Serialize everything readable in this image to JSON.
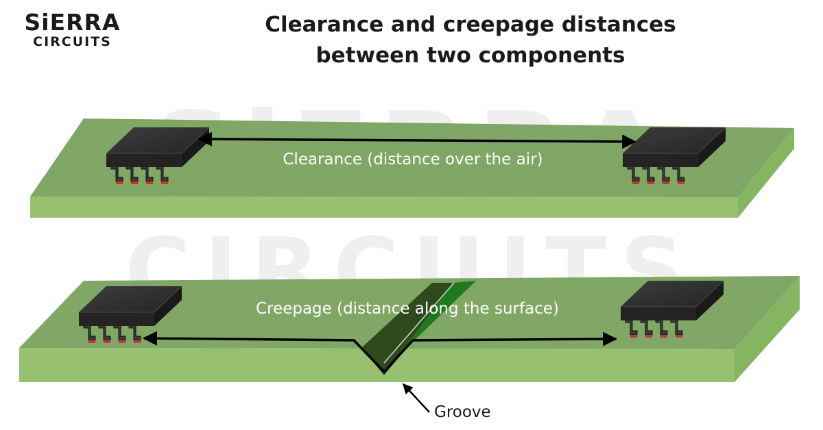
{
  "logo": {
    "brand": "SiERRA",
    "sub": "CIRCUITS"
  },
  "title": {
    "line1": "Clearance and creepage distances",
    "line2": "between two components"
  },
  "watermark": {
    "line1": "SiERRA",
    "line2": "CIRCUITS"
  },
  "labels": {
    "clearance": "Clearance (distance over the air)",
    "creepage": "Creepage (distance along the surface)",
    "groove": "Groove"
  },
  "colors": {
    "board_top": "#76A05A",
    "board_front": "#97C170",
    "board_side": "#86B562",
    "groove_dark": "#2E4A1C",
    "groove_light": "#1F7A1F",
    "chip_body": "#2E2E2E",
    "pad": "#C0392B",
    "text_light": "#FFFFFF",
    "text_dark": "#1A1A1A"
  }
}
